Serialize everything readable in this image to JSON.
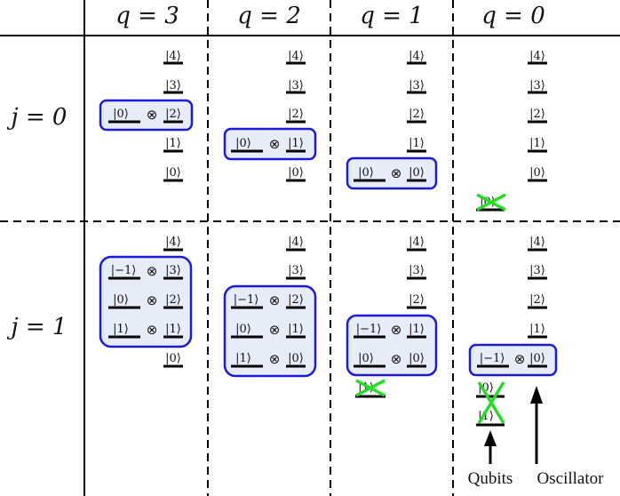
{
  "columns": [
    "q = 3",
    "q = 2",
    "q = 1",
    "q = 0"
  ],
  "rows": [
    "j = 0",
    "j = 1"
  ],
  "kets": {
    "k4": "|4⟩",
    "k3": "|3⟩",
    "k2": "|2⟩",
    "k1": "|1⟩",
    "k0": "|0⟩",
    "km1": "|−1⟩",
    "otimes": "⊗"
  },
  "cells": {
    "j0": {
      "q3": {
        "ladder": [
          "|4⟩",
          "|3⟩",
          "|1⟩",
          "|0⟩"
        ],
        "box": [
          [
            "|0⟩",
            "⊗",
            "|2⟩"
          ]
        ]
      },
      "q2": {
        "ladder": [
          "|4⟩",
          "|3⟩",
          "|2⟩",
          "|0⟩"
        ],
        "box": [
          [
            "|0⟩",
            "⊗",
            "|1⟩"
          ]
        ]
      },
      "q1": {
        "ladder": [
          "|4⟩",
          "|3⟩",
          "|2⟩",
          "|1⟩"
        ],
        "box": [
          [
            "|0⟩",
            "⊗",
            "|0⟩"
          ]
        ]
      },
      "q0": {
        "ladder": [
          "|4⟩",
          "|3⟩",
          "|2⟩",
          "|1⟩",
          "|0⟩"
        ],
        "crossed": [
          "|0⟩"
        ]
      }
    },
    "j1": {
      "q3": {
        "ladder": [
          "|4⟩",
          "|0⟩"
        ],
        "box": [
          [
            "|−1⟩",
            "⊗",
            "|3⟩"
          ],
          [
            "|0⟩",
            "⊗",
            "|2⟩"
          ],
          [
            "|1⟩",
            "⊗",
            "|1⟩"
          ]
        ]
      },
      "q2": {
        "ladder": [
          "|4⟩",
          "|3⟩"
        ],
        "box": [
          [
            "|−1⟩",
            "⊗",
            "|2⟩"
          ],
          [
            "|0⟩",
            "⊗",
            "|1⟩"
          ],
          [
            "|1⟩",
            "⊗",
            "|0⟩"
          ]
        ]
      },
      "q1": {
        "ladder": [
          "|4⟩",
          "|3⟩",
          "|2⟩"
        ],
        "box": [
          [
            "|−1⟩",
            "⊗",
            "|1⟩"
          ],
          [
            "|0⟩",
            "⊗",
            "|0⟩"
          ]
        ],
        "crossed": [
          "|1⟩"
        ]
      },
      "q0": {
        "ladder": [
          "|4⟩",
          "|3⟩",
          "|2⟩",
          "|1⟩"
        ],
        "box": [
          [
            "|−1⟩",
            "⊗",
            "|0⟩"
          ]
        ],
        "crossed": [
          "|0⟩",
          "|1⟩"
        ]
      }
    }
  },
  "annotations": {
    "qubits": "Qubits",
    "oscillator": "Oscillator"
  },
  "colors": {
    "box_stroke": "#1a1adc",
    "box_fill": "#e6ecf8",
    "cross": "#22dd22",
    "line": "#000000"
  }
}
